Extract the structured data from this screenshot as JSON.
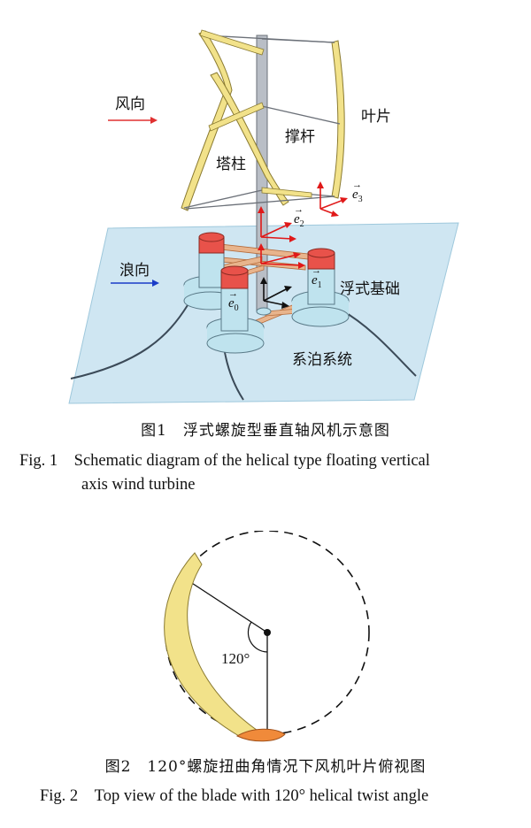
{
  "figure1": {
    "labels": {
      "wind_direction": "风向",
      "blade": "叶片",
      "strut": "撑杆",
      "tower": "塔柱",
      "wave_direction": "浪向",
      "floating_foundation": "浮式基础",
      "mooring_system": "系泊系统",
      "e0": "e",
      "e0_sub": "0",
      "e1": "e",
      "e1_sub": "1",
      "e2": "e",
      "e2_sub": "2",
      "e3": "e",
      "e3_sub": "3"
    },
    "caption_cn": "图1　浮式螺旋型垂直轴风机示意图",
    "caption_en_line1": "Fig. 1　Schematic diagram of the helical type floating vertical",
    "caption_en_line2": "axis wind turbine"
  },
  "figure2": {
    "angle_label": "120°",
    "caption_cn": "图2　120°螺旋扭曲角情况下风机叶片俯视图",
    "caption_en": "Fig. 2　Top view of the blade with 120° helical twist angle"
  },
  "colors": {
    "sea": "#cfe6f2",
    "blade": "#f2e28a",
    "blade_edge": "#8a7a30",
    "tower": "#b9bec6",
    "float_top": "#e8524a",
    "float_body": "#bfe3ee",
    "strut_brace": "#e8b48c",
    "wind_arrow": "#e03030",
    "wave_arrow": "#1a3cc8",
    "vector_red": "#e01818",
    "blade_tip": "#f08a3a"
  }
}
